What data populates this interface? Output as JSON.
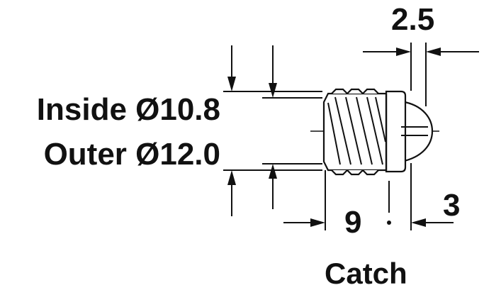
{
  "labels": {
    "inside": "Inside Ø10.8",
    "outer": "Outer Ø12.0",
    "dim_top": "2.5",
    "dim_length": "9",
    "dim_catch": "3",
    "caption": "Catch"
  },
  "colors": {
    "line": "#111111",
    "part_fill": "#ffffff",
    "background": "#ffffff"
  }
}
